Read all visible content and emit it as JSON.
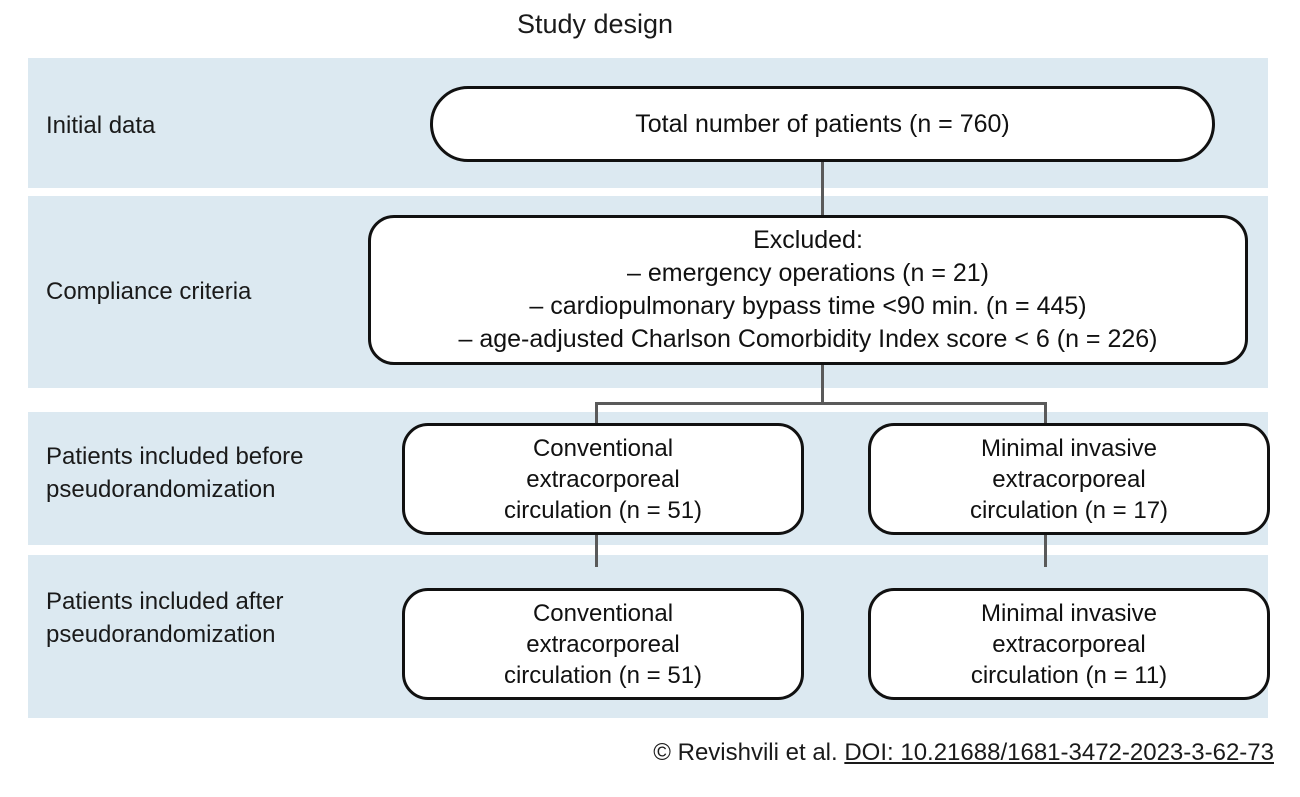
{
  "figure": {
    "title": "Study design",
    "credit_prefix": "© Revishvili et al. ",
    "credit_doi": "DOI: 10.21688/1681-3472-2023-3-62-73"
  },
  "rows": [
    {
      "label": "Initial data"
    },
    {
      "label": "Compliance criteria"
    },
    {
      "label": "Patients included before\npseudorandomization"
    },
    {
      "label": "Patients included after\npseudorandomization"
    }
  ],
  "row_labels": {
    "r1": "Initial data",
    "r2": "Compliance criteria",
    "r3_line1": "Patients included before",
    "r3_line2": "pseudorandomization",
    "r4_line1": "Patients included after",
    "r4_line2": "pseudorandomization"
  },
  "nodes": {
    "total": {
      "text": "Total number of patients  (n = 760)"
    },
    "excluded": {
      "line1": "Excluded:",
      "line2": "– emergency operations (n = 21)",
      "line3": "– cardiopulmonary bypass time <90 min. (n = 445)",
      "line4": "– age-adjusted Charlson Comorbidity Index score < 6 (n = 226)"
    },
    "conventional_before": {
      "line1": "Conventional",
      "line2": "extracorporeal",
      "line3": "circulation (n = 51)"
    },
    "minimal_invasive_before": {
      "line1": "Minimal invasive",
      "line2": "extracorporeal",
      "line3": "circulation (n = 17)"
    },
    "conventional_after": {
      "line1": "Conventional",
      "line2": "extracorporeal",
      "line3": "circulation (n = 51)"
    },
    "minimal_invasive_after": {
      "line1": "Minimal invasive",
      "line2": "extracorporeal",
      "line3": "circulation (n = 11)"
    }
  },
  "chart_data": {
    "type": "diagram",
    "title": "Study design",
    "diagram_kind": "flowchart",
    "stages": [
      {
        "stage": "Initial data",
        "nodes": [
          {
            "label": "Total number of patients",
            "n": 760
          }
        ]
      },
      {
        "stage": "Compliance criteria",
        "nodes": [
          {
            "label": "Excluded",
            "items": [
              {
                "criterion": "emergency operations",
                "n": 21
              },
              {
                "criterion": "cardiopulmonary bypass time <90 min.",
                "n": 445
              },
              {
                "criterion": "age-adjusted Charlson Comorbidity Index score < 6",
                "n": 226
              }
            ]
          }
        ]
      },
      {
        "stage": "Patients included before pseudorandomization",
        "nodes": [
          {
            "label": "Conventional extracorporeal circulation",
            "n": 51
          },
          {
            "label": "Minimal invasive extracorporeal circulation",
            "n": 17
          }
        ]
      },
      {
        "stage": "Patients included after pseudorandomization",
        "nodes": [
          {
            "label": "Conventional extracorporeal circulation",
            "n": 51
          },
          {
            "label": "Minimal invasive extracorporeal circulation",
            "n": 11
          }
        ]
      }
    ],
    "colors": {
      "band": "#dce9f1",
      "node_border": "#111111",
      "node_fill": "#ffffff",
      "connector": "#5a5a5a",
      "text": "#1a1a1a",
      "background": "#ffffff"
    }
  }
}
